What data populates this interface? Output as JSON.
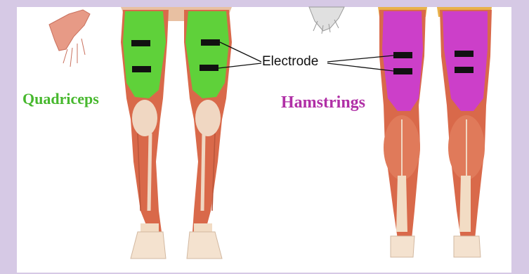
{
  "labels": {
    "quadriceps": "Quadriceps",
    "hamstrings": "Hamstrings",
    "electrode": "Electrode"
  },
  "colors": {
    "background": "#d9cde6",
    "panel": "#ffffff",
    "quadriceps": "#5fd13a",
    "quadriceps_label": "#47b82e",
    "hamstrings": "#cc3fc9",
    "hamstrings_label": "#b02fa6",
    "muscle": "#d9694a",
    "skin": "#f2dcc4",
    "electrode": "#111111"
  },
  "icons": [
    "front-legs-illustration",
    "back-legs-illustration",
    "hand-icon"
  ]
}
